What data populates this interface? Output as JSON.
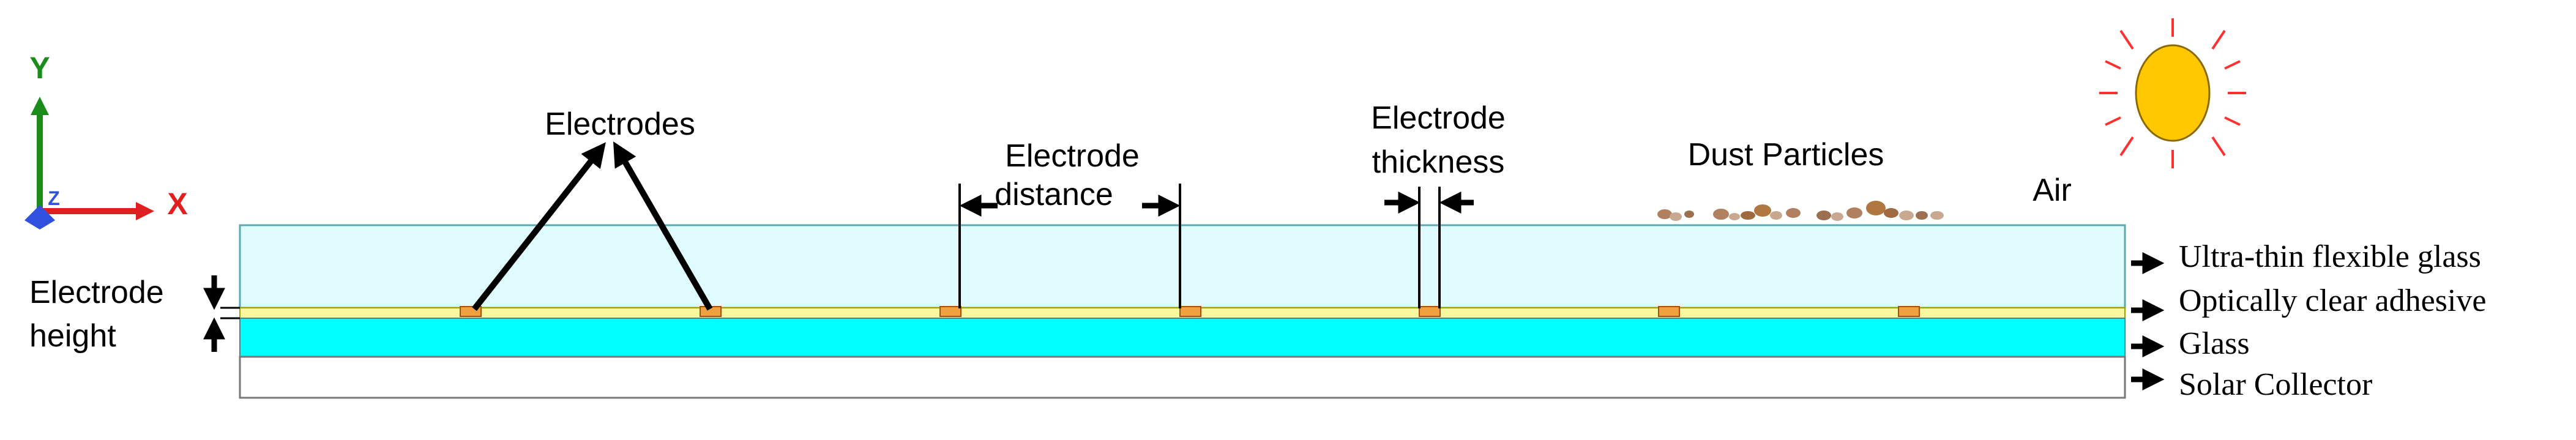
{
  "axes": {
    "y_label": "Y",
    "x_label": "X",
    "z_label": "Z"
  },
  "labels": {
    "electrodes": "Electrodes",
    "electrode_distance_line1": "Electrode",
    "electrode_distance_line2": "distance",
    "electrode_thickness_line1": "Electrode",
    "electrode_thickness_line2": "thickness",
    "dust_particles": "Dust Particles",
    "air": "Air",
    "electrode_height_line1": "Electrode",
    "electrode_height_line2": "height"
  },
  "layers": [
    {
      "name": "Ultra-thin flexible glass",
      "color": "#e0fbfd"
    },
    {
      "name": "Optically clear adhesive",
      "color": "#f9f7a0"
    },
    {
      "name": "Glass",
      "color": "#00ffff"
    },
    {
      "name": "Solar Collector",
      "color": "#ffffff"
    }
  ],
  "colors": {
    "electrode": "#f0a040",
    "sun_fill": "#ffc800",
    "sun_rays": "#ff3030",
    "axis_y": "#1a8c1a",
    "axis_x": "#e02020",
    "axis_z": "#3050e0",
    "dust": "#b08060"
  },
  "electrode_count": 7,
  "icons": [
    "sun-icon",
    "axis-triad-icon",
    "dust-particles-icon"
  ]
}
